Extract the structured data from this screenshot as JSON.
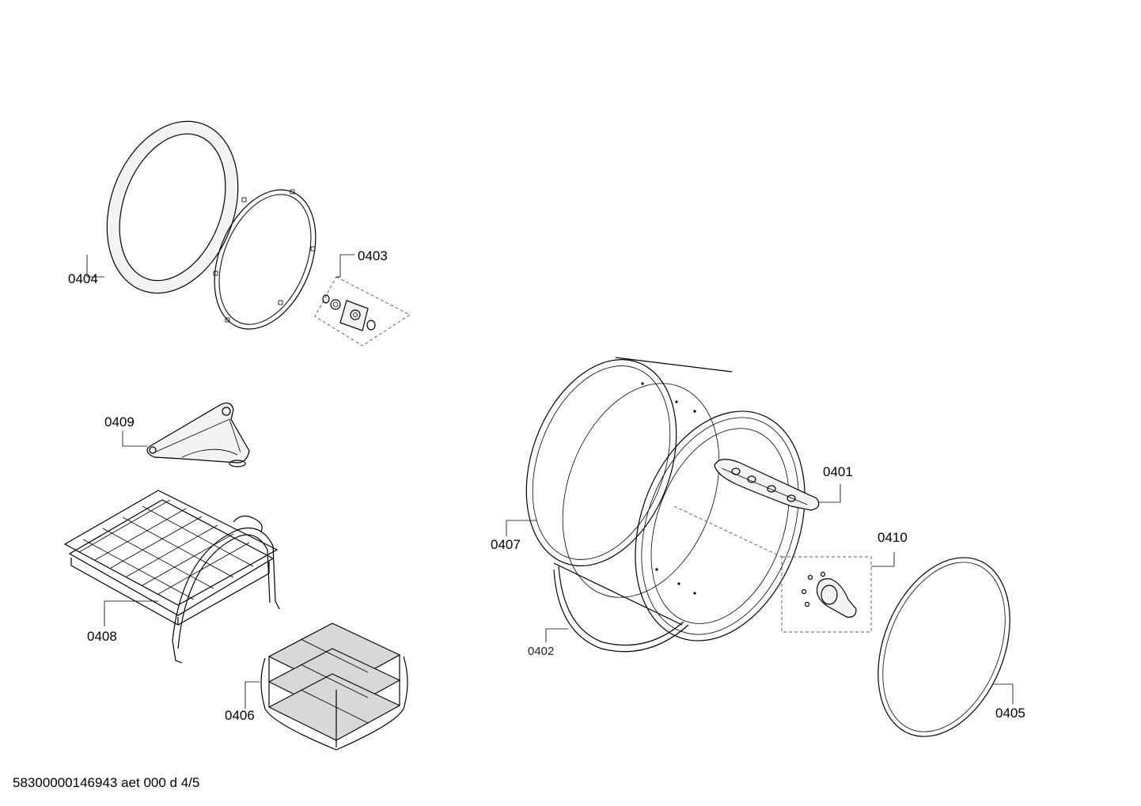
{
  "parts": [
    {
      "id": "p0404",
      "label": "0404"
    },
    {
      "id": "p0403",
      "label": "0403"
    },
    {
      "id": "p0409",
      "label": "0409"
    },
    {
      "id": "p0408",
      "label": "0408"
    },
    {
      "id": "p0406",
      "label": "0406"
    },
    {
      "id": "p0401",
      "label": "0401"
    },
    {
      "id": "p0407",
      "label": "0407"
    },
    {
      "id": "p0410",
      "label": "0410"
    },
    {
      "id": "p0402",
      "label": "0402"
    },
    {
      "id": "p0405",
      "label": "0405"
    }
  ],
  "footer": {
    "text": "58300000146943 aet 000 d 4/5"
  }
}
